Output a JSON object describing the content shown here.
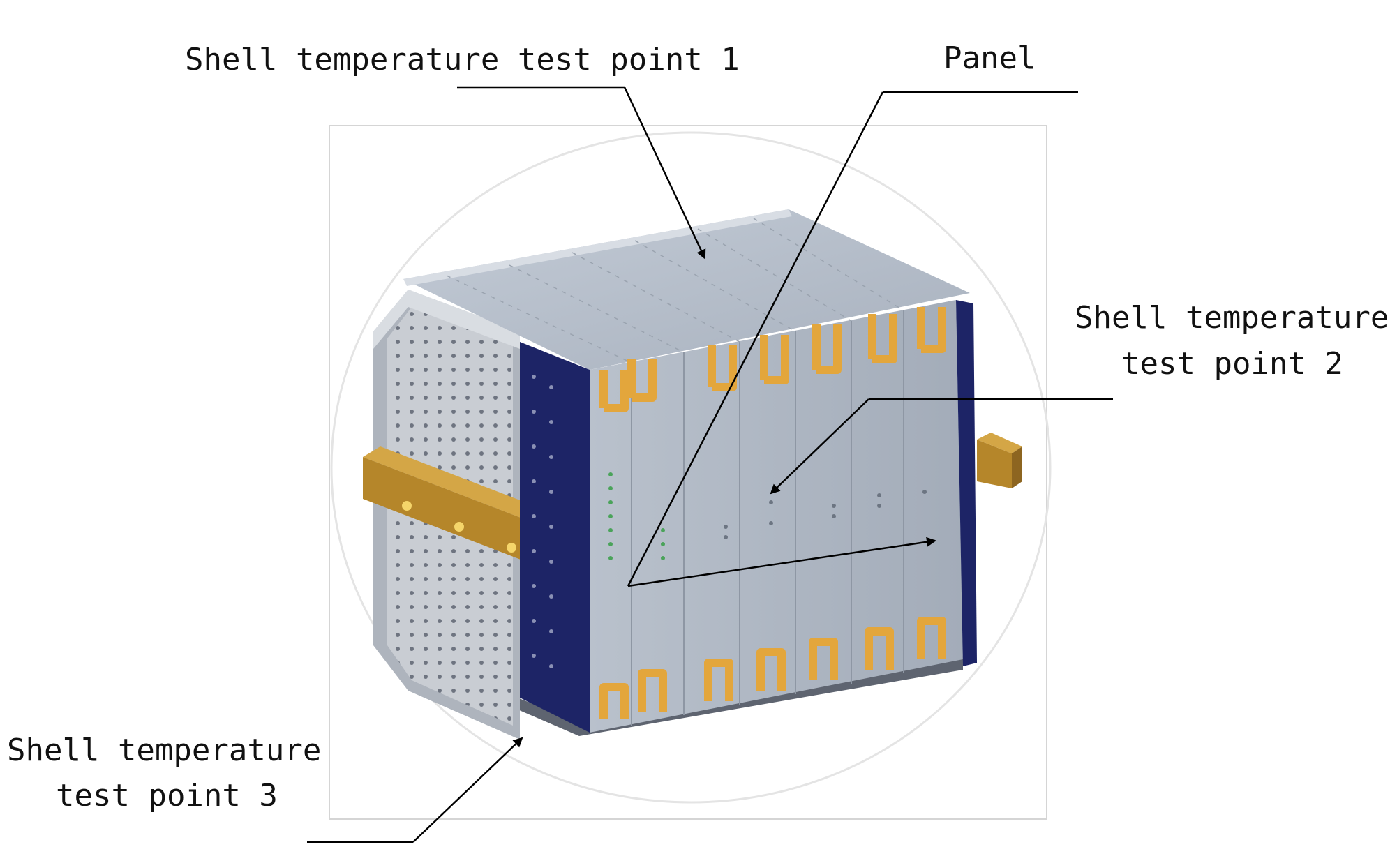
{
  "labels": {
    "shell_point_1": "Shell temperature test point 1",
    "panel": "Panel",
    "shell_point_2_line1": "Shell temperature",
    "shell_point_2_line2": "test point 2",
    "shell_point_3_line1": "Shell temperature",
    "shell_point_3_line2": "test point 3"
  },
  "colors": {
    "top_surface": "#b3bcc9",
    "front_panel": "#a9b2bf",
    "front_panel_light": "#bac3cf",
    "navy_rail": "#1d2466",
    "handle_brass": "#b5862a",
    "clip_orange": "#e3a63c",
    "side_grille": "#c8ccd2",
    "leader_line": "#000000"
  }
}
